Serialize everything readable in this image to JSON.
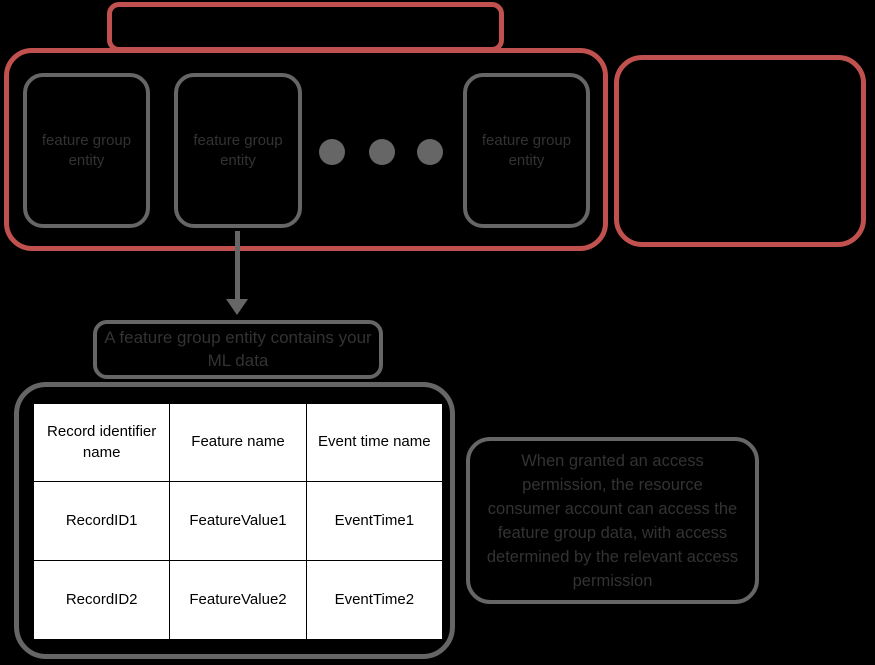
{
  "colors": {
    "background": "#000000",
    "red_accent": "#c1514e",
    "gray_stroke": "#666666",
    "dim_text": "#333333",
    "table_background": "#ffffff",
    "table_text": "#000000"
  },
  "feature_group_container": {
    "entities": [
      {
        "label": "feature group entity"
      },
      {
        "label": "feature group entity"
      },
      {
        "label": "feature group entity"
      }
    ]
  },
  "entity_note": {
    "text": "A feature group entity contains your ML data"
  },
  "table": {
    "headers": [
      "Record identifier name",
      "Feature name",
      "Event time name"
    ],
    "rows": [
      [
        "RecordID1",
        "FeatureValue1",
        "EventTime1"
      ],
      [
        "RecordID2",
        "FeatureValue2",
        "EventTime2"
      ]
    ]
  },
  "access_note": {
    "text": "When granted an access permission, the resource consumer account can access the feature group data, with access determined by the relevant access permission"
  }
}
